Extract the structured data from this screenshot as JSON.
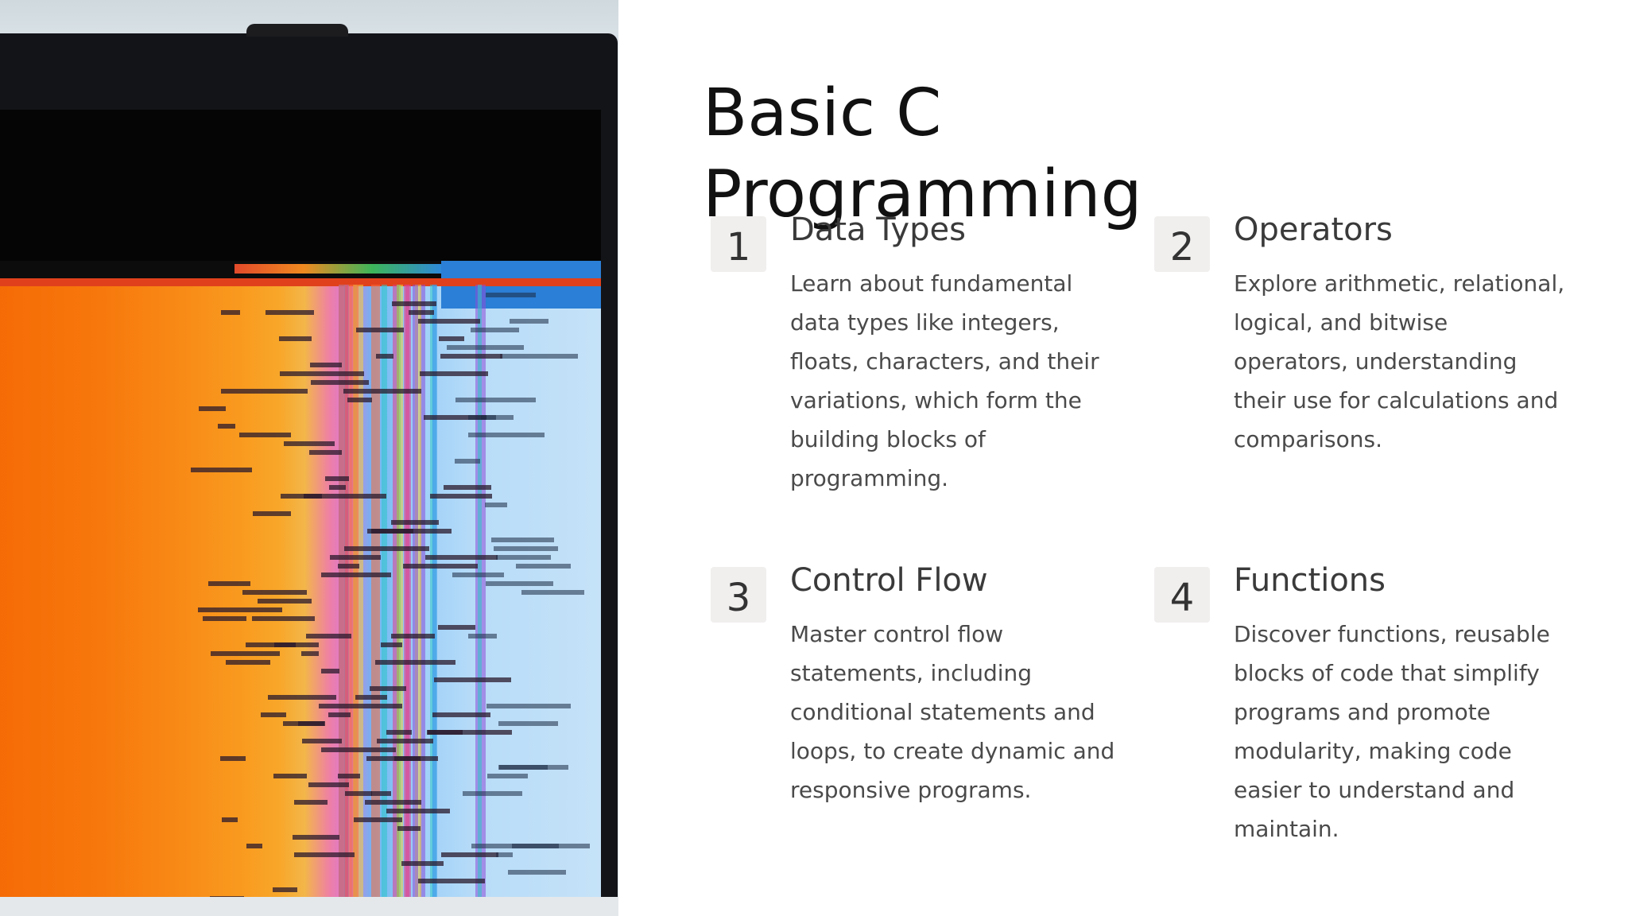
{
  "slide": {
    "title": "Basic C Programming",
    "image_alt": "Monitor displaying colorful source code",
    "cards": [
      {
        "number": "1",
        "heading": "Data Types",
        "description": "Learn about fundamental data types like integers, floats, characters, and their variations, which form the building blocks of programming."
      },
      {
        "number": "2",
        "heading": "Operators",
        "description": "Explore arithmetic, relational, logical, and bitwise operators, understanding their use for calculations and comparisons."
      },
      {
        "number": "3",
        "heading": "Control Flow",
        "description": "Master control flow statements, including conditional statements and loops, to create dynamic and responsive programs."
      },
      {
        "number": "4",
        "heading": "Functions",
        "description": "Discover functions, reusable blocks of code that simplify programs and promote modularity, making code easier to understand and maintain."
      }
    ]
  },
  "colors": {
    "title_text": "#111111",
    "heading_text": "#3a3a3a",
    "body_text": "#4a4a4a",
    "number_box": "#f1efee",
    "screen_orange": "#f56a05",
    "screen_blue": "#9ccff7"
  }
}
